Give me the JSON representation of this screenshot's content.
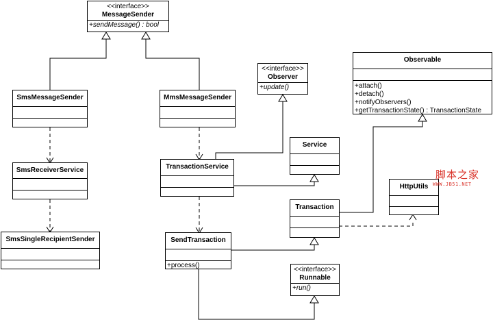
{
  "classes": {
    "message_sender": {
      "stereotype": "<<interface>>",
      "name": "MessageSender",
      "operations": [
        "+sendMessage() : bool"
      ]
    },
    "sms_message_sender": {
      "name": "SmsMessageSender"
    },
    "mms_message_sender": {
      "name": "MmsMessageSender"
    },
    "sms_receiver_service": {
      "name": "SmsReceiverService"
    },
    "sms_single_recipient_sender": {
      "name": "SmsSingleRecipientSender"
    },
    "observer": {
      "stereotype": "<<interface>>",
      "name": "Observer",
      "operations": [
        "+update()"
      ]
    },
    "observable": {
      "name": "Observable",
      "operations": [
        "+attach()",
        "+detach()",
        "+notifyObservers()",
        "+getTransactionState() : TransactionState"
      ]
    },
    "service": {
      "name": "Service"
    },
    "transaction_service": {
      "name": "TransactionService"
    },
    "http_utils": {
      "name": "HttpUtils"
    },
    "transaction": {
      "name": "Transaction"
    },
    "send_transaction": {
      "name": "SendTransaction",
      "operations": [
        "+process()"
      ]
    },
    "runnable": {
      "stereotype": "<<interface>>",
      "name": "Runnable",
      "operations": [
        "+run()"
      ]
    }
  },
  "watermark": {
    "chinese": "脚本之家",
    "url": "WWW.JB51.NET"
  },
  "colors": {
    "line": "#000000",
    "watermark": "#d9342b"
  }
}
